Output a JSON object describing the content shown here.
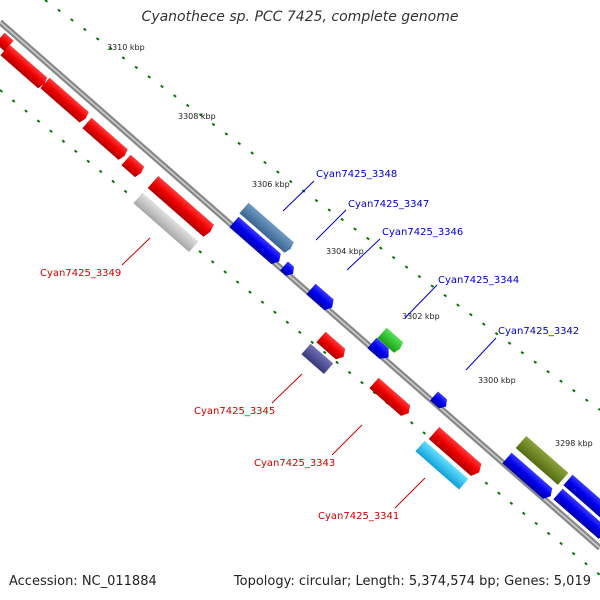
{
  "title": "Cyanothece sp. PCC 7425, complete genome",
  "footer": {
    "accession": "Accession: NC_011884",
    "summary": "Topology: circular; Length: 5,374,574 bp; Genes: 5,019"
  },
  "colors": {
    "forward_label": "#0000cc",
    "reverse_label": "#cc0000",
    "backbone": "#888888",
    "tick": "#007700"
  },
  "ticks": [
    "3310 kbp",
    "3308 kbp",
    "3306 kbp",
    "3304 kbp",
    "3302 kbp",
    "3300 kbp",
    "3298 kbp"
  ],
  "gene_labels": [
    {
      "text": "Cyan7425_3348",
      "strand": "forward"
    },
    {
      "text": "Cyan7425_3347",
      "strand": "forward"
    },
    {
      "text": "Cyan7425_3346",
      "strand": "forward"
    },
    {
      "text": "Cyan7425_3344",
      "strand": "forward"
    },
    {
      "text": "Cyan7425_3342",
      "strand": "forward"
    },
    {
      "text": "Cyan7425_3349",
      "strand": "reverse"
    },
    {
      "text": "Cyan7425_3345",
      "strand": "reverse"
    },
    {
      "text": "Cyan7425_3343",
      "strand": "reverse"
    },
    {
      "text": "Cyan7425_3341",
      "strand": "reverse"
    }
  ]
}
